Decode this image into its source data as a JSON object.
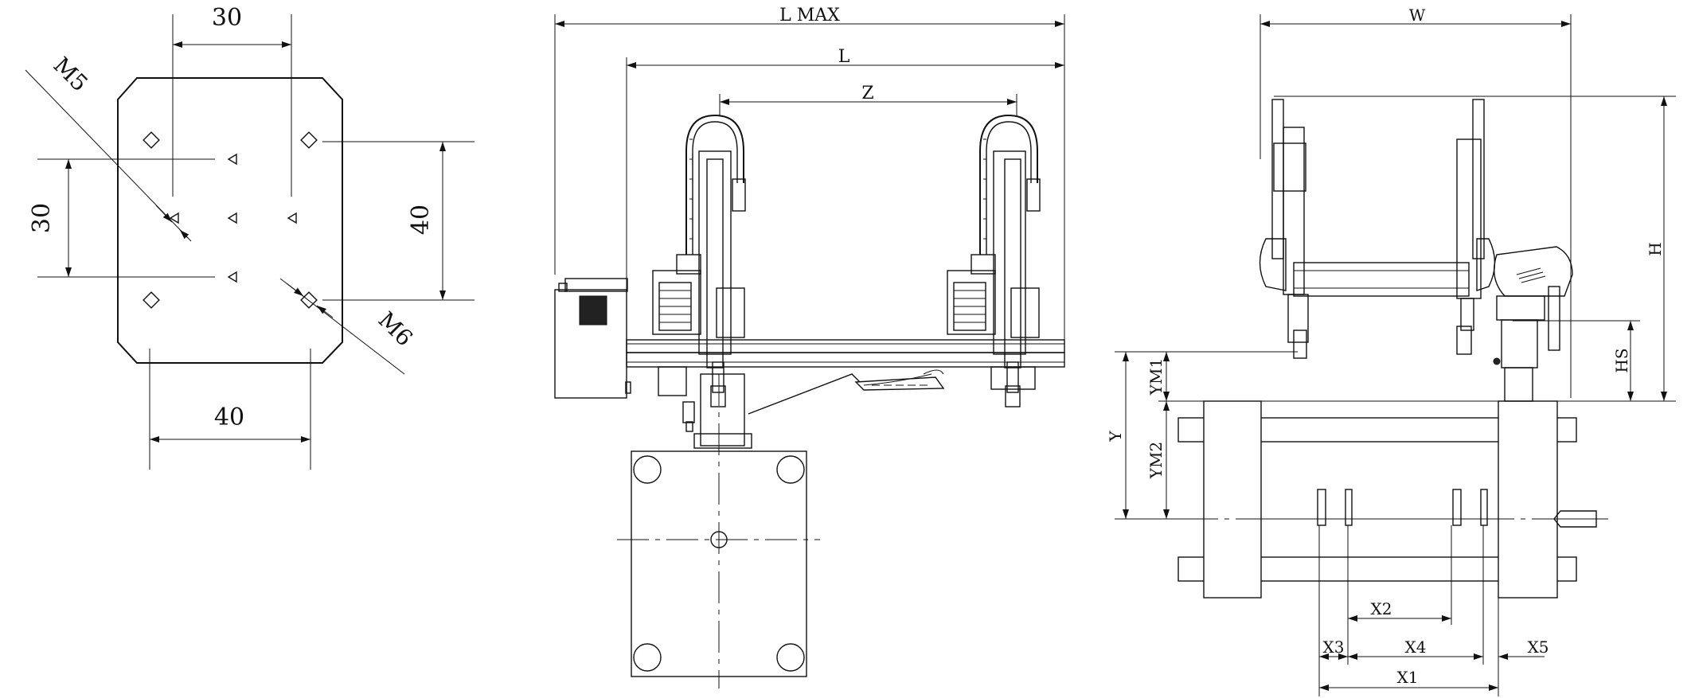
{
  "colors": {
    "line": "#111111",
    "background": "#ffffff"
  },
  "flange_view": {
    "dim_top": "30",
    "dim_left": "30",
    "dim_right": "40",
    "dim_bottom": "40",
    "thread_small": "M5",
    "thread_large": "M6"
  },
  "front_view": {
    "dim_lmax": "L MAX",
    "dim_l": "L",
    "dim_z": "Z"
  },
  "side_view": {
    "dim_w": "W",
    "dim_h": "H",
    "dim_hs": "HS",
    "dim_ym1": "YM1",
    "dim_ym2": "YM2",
    "dim_y": "Y",
    "dim_x1": "X1",
    "dim_x2": "X2",
    "dim_x3": "X3",
    "dim_x4": "X4",
    "dim_x5": "X5"
  }
}
